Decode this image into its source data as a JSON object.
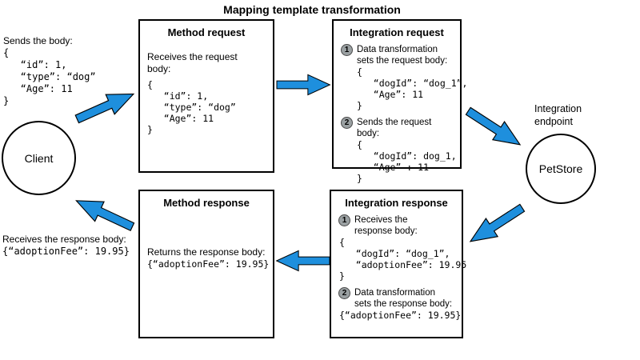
{
  "title": "Mapping template transformation",
  "colors": {
    "arrow": "#1e8fdd",
    "badge": "#9aa0a2",
    "node_border": "#000000"
  },
  "client": {
    "label": "Client",
    "sends_label": "Sends the body:",
    "sends_body": [
      "{",
      "   “id”: 1,",
      "   “type”: “dog”",
      "   “Age”: 11",
      "}"
    ],
    "receives_label": "Receives the response body:",
    "receives_body": "{“adoptionFee”: 19.95}"
  },
  "method_request": {
    "title": "Method request",
    "desc": "Receives the request\nbody:",
    "body": [
      "{",
      "   “id”: 1,",
      "   “type”: “dog”",
      "   “Age”: 11",
      "}"
    ]
  },
  "integration_request": {
    "title": "Integration request",
    "steps": [
      {
        "num": "1",
        "label": "Data transformation\nsets the request body:",
        "body": [
          "{",
          "   “dogId”: “dog_1”,",
          "   “Age”: 11",
          "}"
        ]
      },
      {
        "num": "2",
        "label": "Sends the request body:",
        "body": [
          "{",
          "   “dogId”: dog_1,",
          "   “Age” : 11",
          "}"
        ]
      }
    ]
  },
  "integration_endpoint": {
    "caption": "Integration\nendpoint",
    "label": "PetStore"
  },
  "method_response": {
    "title": "Method response",
    "desc": "Returns the response body:",
    "body": "{“adoptionFee”: 19.95}"
  },
  "integration_response": {
    "title": "Integration response",
    "steps": [
      {
        "num": "1",
        "label": "Receives the\nresponse body:",
        "body": [
          "{",
          "   “dogId”: “dog_1”,",
          "   “adoptionFee”: 19.95",
          "}"
        ]
      },
      {
        "num": "2",
        "label": "Data transformation\nsets the response body:",
        "body": "{“adoptionFee”: 19.95}"
      }
    ]
  }
}
